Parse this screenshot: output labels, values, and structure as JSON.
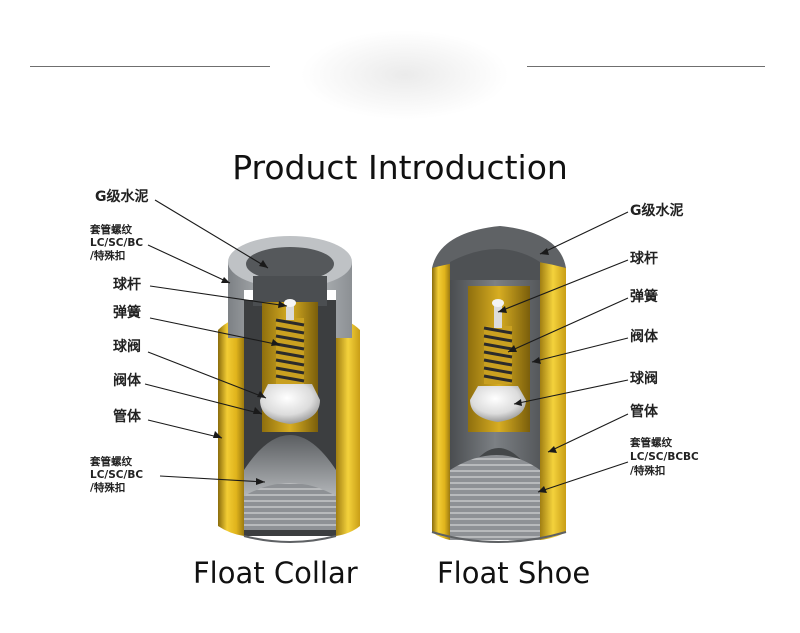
{
  "title": "Product Introduction",
  "colors": {
    "tube": "#e3b81a",
    "cement": "#6a6d70",
    "cement_top": "#9a9da1",
    "valve": "#f1f1f1",
    "spring": "#333333"
  },
  "float_collar": {
    "caption": "Float Collar",
    "labels": {
      "cement": "G级水泥",
      "thread_top_1": "套管螺纹",
      "thread_top_2": "LC/SC/BC",
      "thread_top_3": "/特殊扣",
      "ball_rod": "球杆",
      "spring": "弹簧",
      "ball_valve": "球阀",
      "valve_body": "阀体",
      "tube_body": "管体",
      "thread_bottom_1": "套管螺纹",
      "thread_bottom_2": "LC/SC/BC",
      "thread_bottom_3": "/特殊扣"
    }
  },
  "float_shoe": {
    "caption": "Float Shoe",
    "labels": {
      "cement": "G级水泥",
      "ball_rod": "球杆",
      "spring": "弹簧",
      "valve_body": "阀体",
      "ball_valve": "球阀",
      "tube_body": "管体",
      "thread_1": "套管螺纹",
      "thread_2": "LC/SC/BCBC",
      "thread_3": "/特殊扣"
    }
  }
}
